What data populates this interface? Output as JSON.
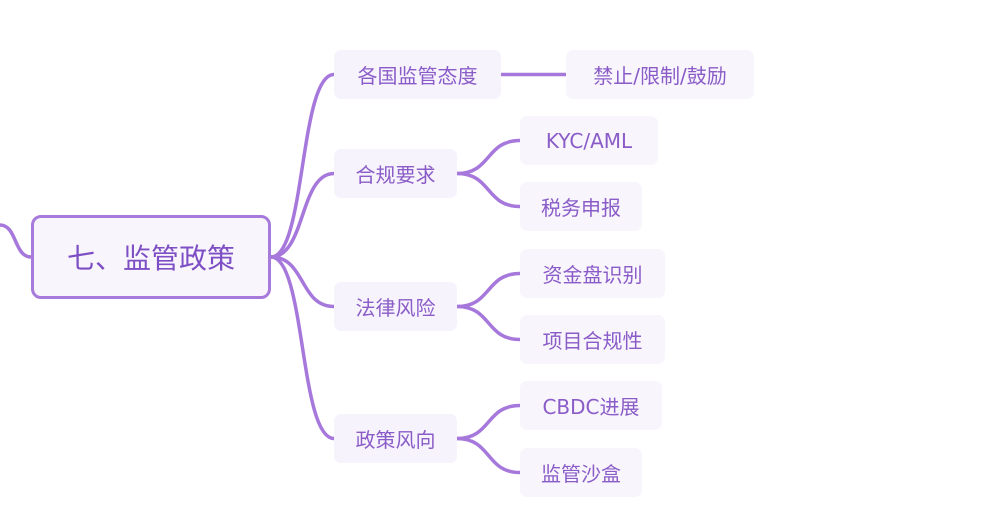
{
  "diagram": {
    "root": {
      "id": "root",
      "label": "七、监管政策"
    },
    "branches": [
      {
        "id": "b1",
        "label": "各国监管态度",
        "children": [
          {
            "id": "b1c1",
            "label": "禁止/限制/鼓励"
          }
        ]
      },
      {
        "id": "b2",
        "label": "合规要求",
        "children": [
          {
            "id": "b2c1",
            "label": "KYC/AML"
          },
          {
            "id": "b2c2",
            "label": "税务申报"
          }
        ]
      },
      {
        "id": "b3",
        "label": "法律风险",
        "children": [
          {
            "id": "b3c1",
            "label": "资金盘识别"
          },
          {
            "id": "b3c2",
            "label": "项目合规性"
          }
        ]
      },
      {
        "id": "b4",
        "label": "政策风向",
        "children": [
          {
            "id": "b4c1",
            "label": "CBDC进展"
          },
          {
            "id": "b4c2",
            "label": "监管沙盒"
          }
        ]
      }
    ],
    "colors": {
      "line": "#a778dc",
      "text": "#8a5cc8",
      "root_border": "#a77bdc",
      "node_fill": "#f7f3fc"
    }
  }
}
